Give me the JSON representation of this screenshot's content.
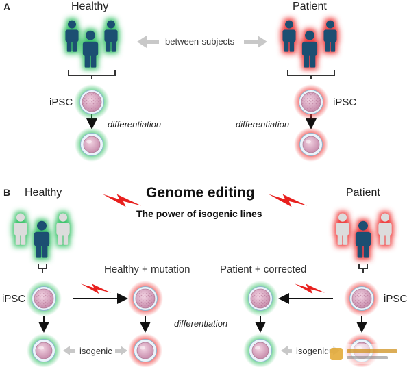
{
  "panel_a": {
    "letter": "A",
    "healthy_label": "Healthy",
    "patient_label": "Patient",
    "comparison_label": "between-subjects",
    "ipsc_label": "iPSC",
    "differentiation_label": "differentiation"
  },
  "panel_b": {
    "letter": "B",
    "title": "Genome editing",
    "subtitle": "The power of isogenic lines",
    "healthy_label": "Healthy",
    "patient_label": "Patient",
    "healthy_mutation_label": "Healthy + mutation",
    "patient_corrected_label": "Patient + corrected",
    "ipsc_label": "iPSC",
    "differentiation_label": "differentiation",
    "isogenic_label": "isogenic"
  },
  "colors": {
    "healthy_glow": "#3ec46d",
    "patient_glow": "#ef3f3f",
    "person_dark": "#1f4f72",
    "person_faded": "#dcdcdc",
    "cell_fill": "#d9a9c0",
    "lightning": "#e8201e",
    "gray_arrow": "#c8c8c8"
  },
  "icons": {
    "person": "person-icon",
    "cell": "cell-icon",
    "lightning": "lightning-icon"
  }
}
